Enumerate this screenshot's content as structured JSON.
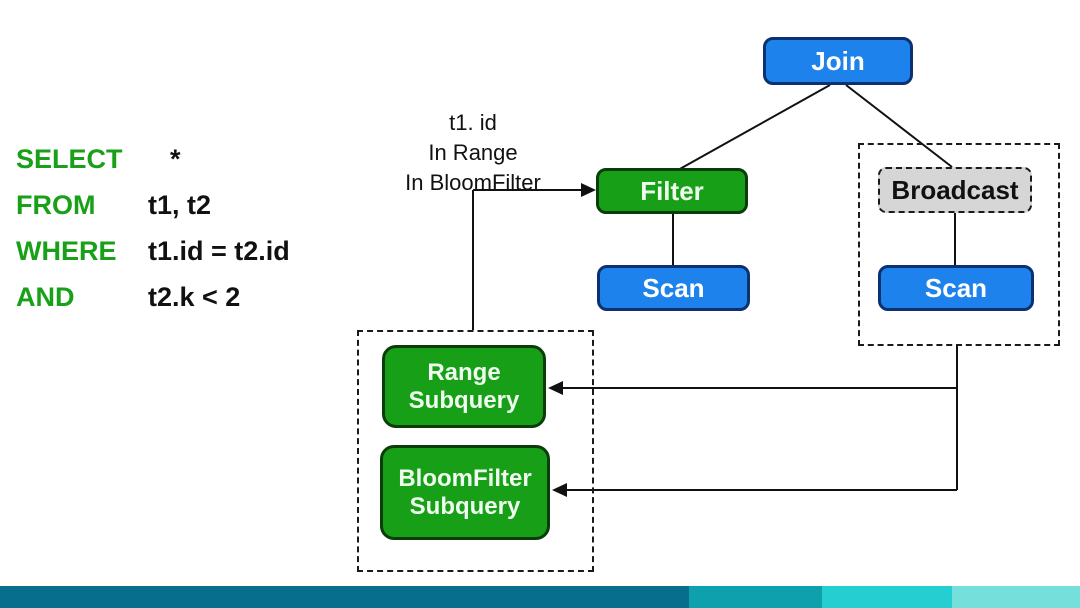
{
  "sql": {
    "rows": [
      {
        "keyword": "SELECT",
        "value": "*"
      },
      {
        "keyword": "FROM",
        "value": "t1, t2"
      },
      {
        "keyword": "WHERE",
        "value": "t1.id = t2.id"
      },
      {
        "keyword": "AND",
        "value": "t2.k < 2"
      }
    ]
  },
  "annotation": {
    "lines": [
      "t1. id",
      "In Range",
      "In BloomFilter"
    ]
  },
  "nodes": {
    "join": {
      "label": "Join",
      "type": "exchange-blue"
    },
    "filter": {
      "label": "Filter",
      "type": "operator-green"
    },
    "scan_left": {
      "label": "Scan",
      "type": "exchange-blue"
    },
    "broadcast": {
      "label": "Broadcast",
      "type": "stage-gray"
    },
    "scan_right": {
      "label": "Scan",
      "type": "exchange-blue"
    },
    "range_subquery": {
      "label": "Range Subquery",
      "type": "operator-green"
    },
    "bloomfilter_subquery": {
      "label": "BloomFilter Subquery",
      "type": "operator-green"
    }
  },
  "colors": {
    "node_blue": "#1d82ec",
    "node_green": "#17a017",
    "node_gray": "#d6d6d6",
    "sql_keyword_green": "#18a018",
    "line_black": "#111111"
  },
  "footer_bar": {
    "segments": [
      {
        "color": "#076e8e"
      },
      {
        "color": "#0fa0ad"
      },
      {
        "color": "#25ced0"
      },
      {
        "color": "#74dfdb"
      }
    ]
  }
}
